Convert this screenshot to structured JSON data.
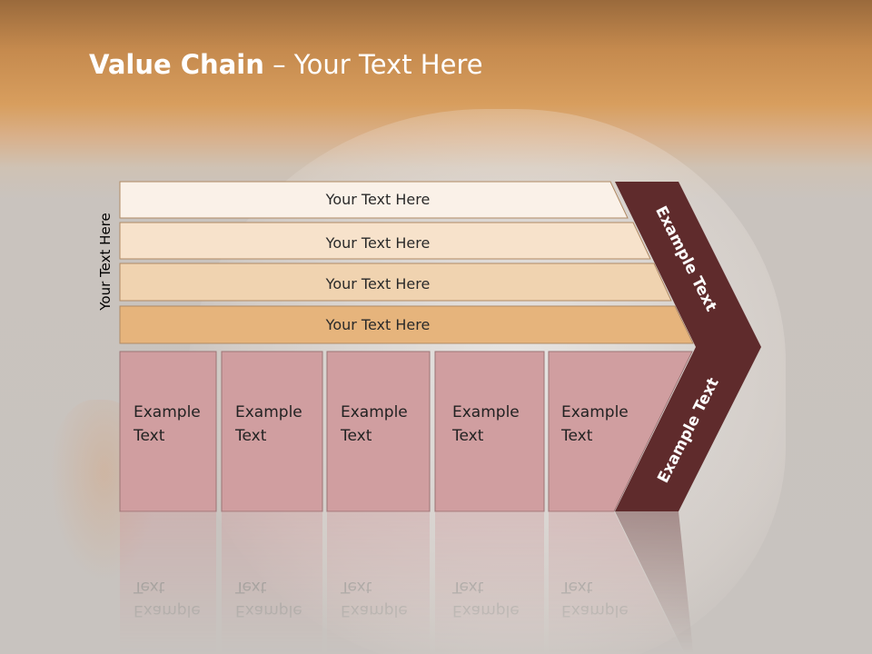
{
  "title": {
    "bold": "Value Chain",
    "rest": " – Your Text Here"
  },
  "side_label": "Your Text Here",
  "bands": [
    {
      "label": "Your Text Here",
      "color": "#faf1e8"
    },
    {
      "label": "Your Text Here",
      "color": "#f7e2cb"
    },
    {
      "label": "Your Text Here",
      "color": "#f0d3b0"
    },
    {
      "label": "Your Text Here",
      "color": "#e6b47c"
    }
  ],
  "activities": [
    {
      "line1": "Example",
      "line2": "Text"
    },
    {
      "line1": "Example",
      "line2": "Text"
    },
    {
      "line1": "Example",
      "line2": "Text"
    },
    {
      "line1": "Example",
      "line2": "Text"
    },
    {
      "line1": "Example",
      "line2": "Text"
    }
  ],
  "arrow_labels": {
    "top": "Example Text",
    "bottom": "Example Text"
  },
  "colors": {
    "activity_fill": "#d09ea0",
    "arrow_fill": "#5f2b2c",
    "band_border": "#b08a64"
  }
}
